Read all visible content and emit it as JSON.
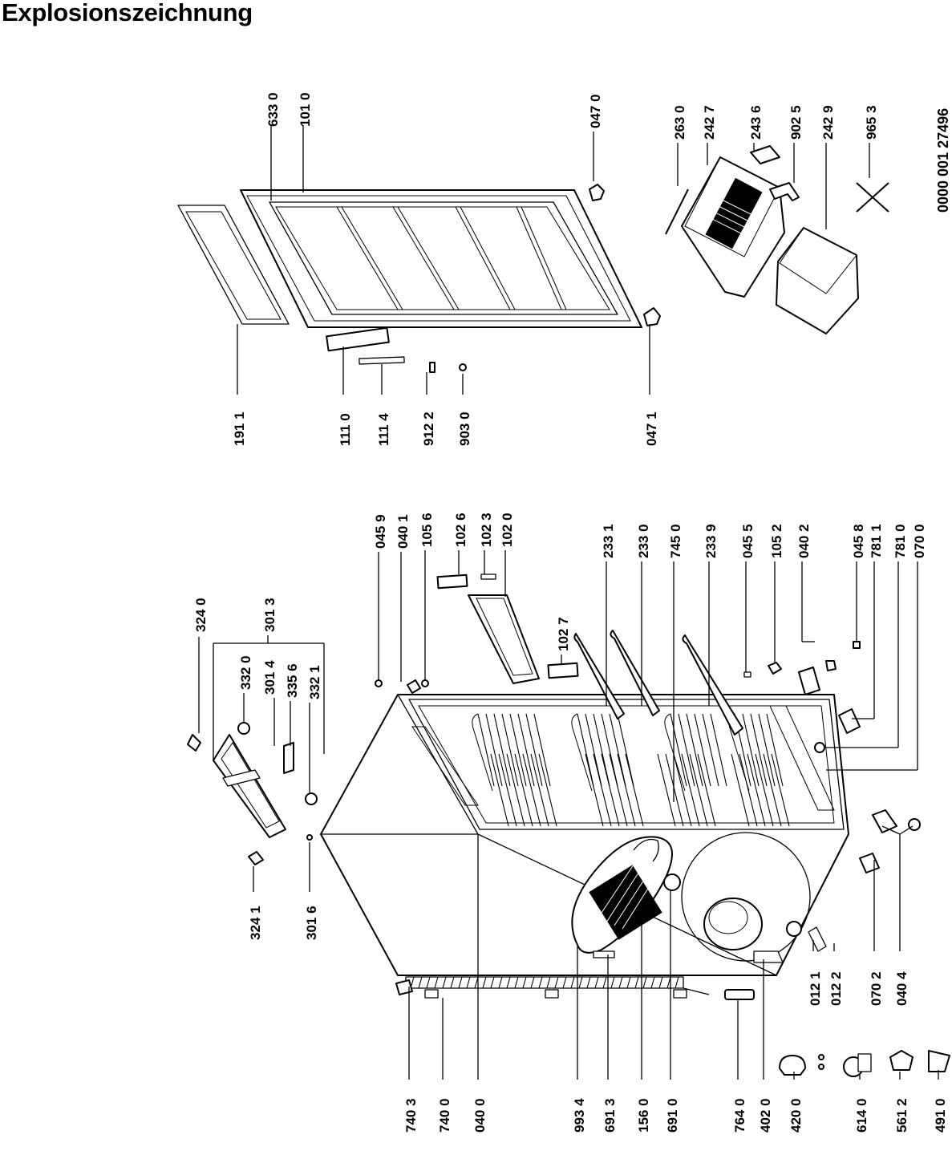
{
  "title": "Explosionszeichnung",
  "document_number": "0000 001 27496",
  "part_numbers": [
    {
      "id": "p6330",
      "text": "633 0"
    },
    {
      "id": "p1010",
      "text": "101 0"
    },
    {
      "id": "p0470",
      "text": "047 0"
    },
    {
      "id": "p2630",
      "text": "263 0"
    },
    {
      "id": "p2427",
      "text": "242 7"
    },
    {
      "id": "p2436",
      "text": "243 6"
    },
    {
      "id": "p9025",
      "text": "902 5"
    },
    {
      "id": "p2429",
      "text": "242 9"
    },
    {
      "id": "p9653",
      "text": "965 3"
    },
    {
      "id": "p1911",
      "text": "191 1"
    },
    {
      "id": "p1110",
      "text": "111 0"
    },
    {
      "id": "p1114",
      "text": "111 4"
    },
    {
      "id": "p9122",
      "text": "912 2"
    },
    {
      "id": "p9030",
      "text": "903 0"
    },
    {
      "id": "p0471",
      "text": "047 1"
    },
    {
      "id": "p3240",
      "text": "324 0"
    },
    {
      "id": "p3013",
      "text": "301 3"
    },
    {
      "id": "p3320",
      "text": "332 0"
    },
    {
      "id": "p3014",
      "text": "301 4"
    },
    {
      "id": "p3356",
      "text": "335 6"
    },
    {
      "id": "p3321",
      "text": "332 1"
    },
    {
      "id": "p3241",
      "text": "324 1"
    },
    {
      "id": "p3016",
      "text": "301 6"
    },
    {
      "id": "p0459",
      "text": "045 9"
    },
    {
      "id": "p0401",
      "text": "040 1"
    },
    {
      "id": "p1056",
      "text": "105 6"
    },
    {
      "id": "p1026",
      "text": "102 6"
    },
    {
      "id": "p1023",
      "text": "102 3"
    },
    {
      "id": "p1020",
      "text": "102 0"
    },
    {
      "id": "p1027",
      "text": "102 7"
    },
    {
      "id": "p2331",
      "text": "233 1"
    },
    {
      "id": "p2330",
      "text": "233 0"
    },
    {
      "id": "p7450",
      "text": "745 0"
    },
    {
      "id": "p2339",
      "text": "233 9"
    },
    {
      "id": "p0455",
      "text": "045 5"
    },
    {
      "id": "p1052",
      "text": "105 2"
    },
    {
      "id": "p0402",
      "text": "040 2"
    },
    {
      "id": "p0458",
      "text": "045 8"
    },
    {
      "id": "p7811",
      "text": "781 1"
    },
    {
      "id": "p7810",
      "text": "781 0"
    },
    {
      "id": "p0700",
      "text": "070 0"
    },
    {
      "id": "p0121",
      "text": "012 1"
    },
    {
      "id": "p0122",
      "text": "012 2"
    },
    {
      "id": "p0702",
      "text": "070 2"
    },
    {
      "id": "p0404",
      "text": "040 4"
    },
    {
      "id": "p7403",
      "text": "740 3"
    },
    {
      "id": "p7400",
      "text": "740 0"
    },
    {
      "id": "p0400",
      "text": "040 0"
    },
    {
      "id": "p9934",
      "text": "993 4"
    },
    {
      "id": "p6913",
      "text": "691 3"
    },
    {
      "id": "p1560",
      "text": "156 0"
    },
    {
      "id": "p6910",
      "text": "691 0"
    },
    {
      "id": "p7640",
      "text": "764 0"
    },
    {
      "id": "p4020",
      "text": "402 0"
    },
    {
      "id": "p4200",
      "text": "420 0"
    },
    {
      "id": "p6140",
      "text": "614 0"
    },
    {
      "id": "p5612",
      "text": "561 2"
    },
    {
      "id": "p4910",
      "text": "491 0"
    }
  ]
}
